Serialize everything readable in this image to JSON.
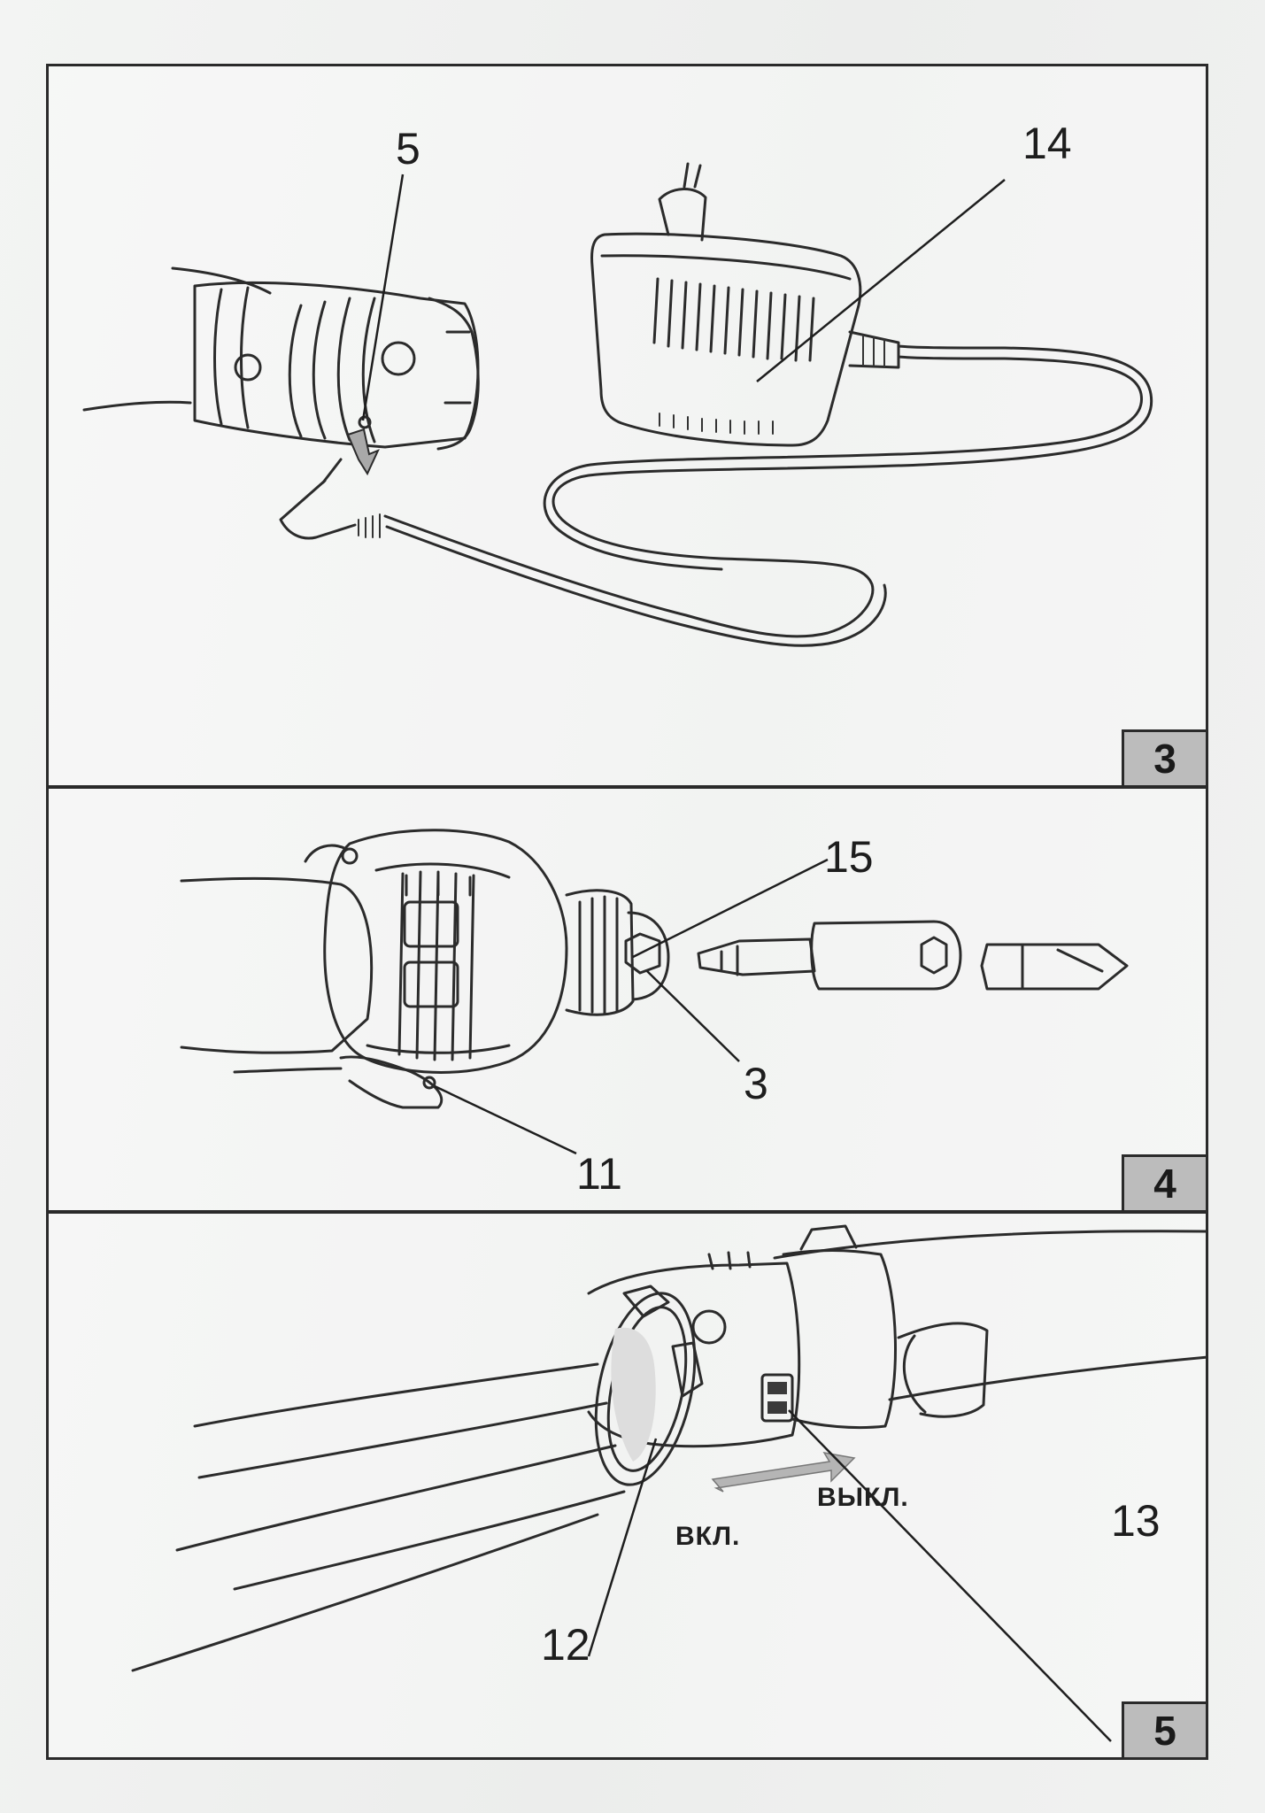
{
  "figures": [
    {
      "number": "3",
      "callouts": [
        {
          "id": "5",
          "label": "5"
        },
        {
          "id": "14",
          "label": "14"
        }
      ]
    },
    {
      "number": "4",
      "callouts": [
        {
          "id": "15",
          "label": "15"
        },
        {
          "id": "3",
          "label": "3"
        },
        {
          "id": "11",
          "label": "11"
        }
      ]
    },
    {
      "number": "5",
      "callouts": [
        {
          "id": "12",
          "label": "12"
        },
        {
          "id": "13",
          "label": "13"
        }
      ],
      "switch_labels": {
        "on": "ВКЛ.",
        "off": "ВЫКЛ."
      }
    }
  ],
  "colors": {
    "line": "#2b2b2b",
    "badge_bg": "#bcbcbc",
    "arrow_fill": "#a9a9a9"
  }
}
